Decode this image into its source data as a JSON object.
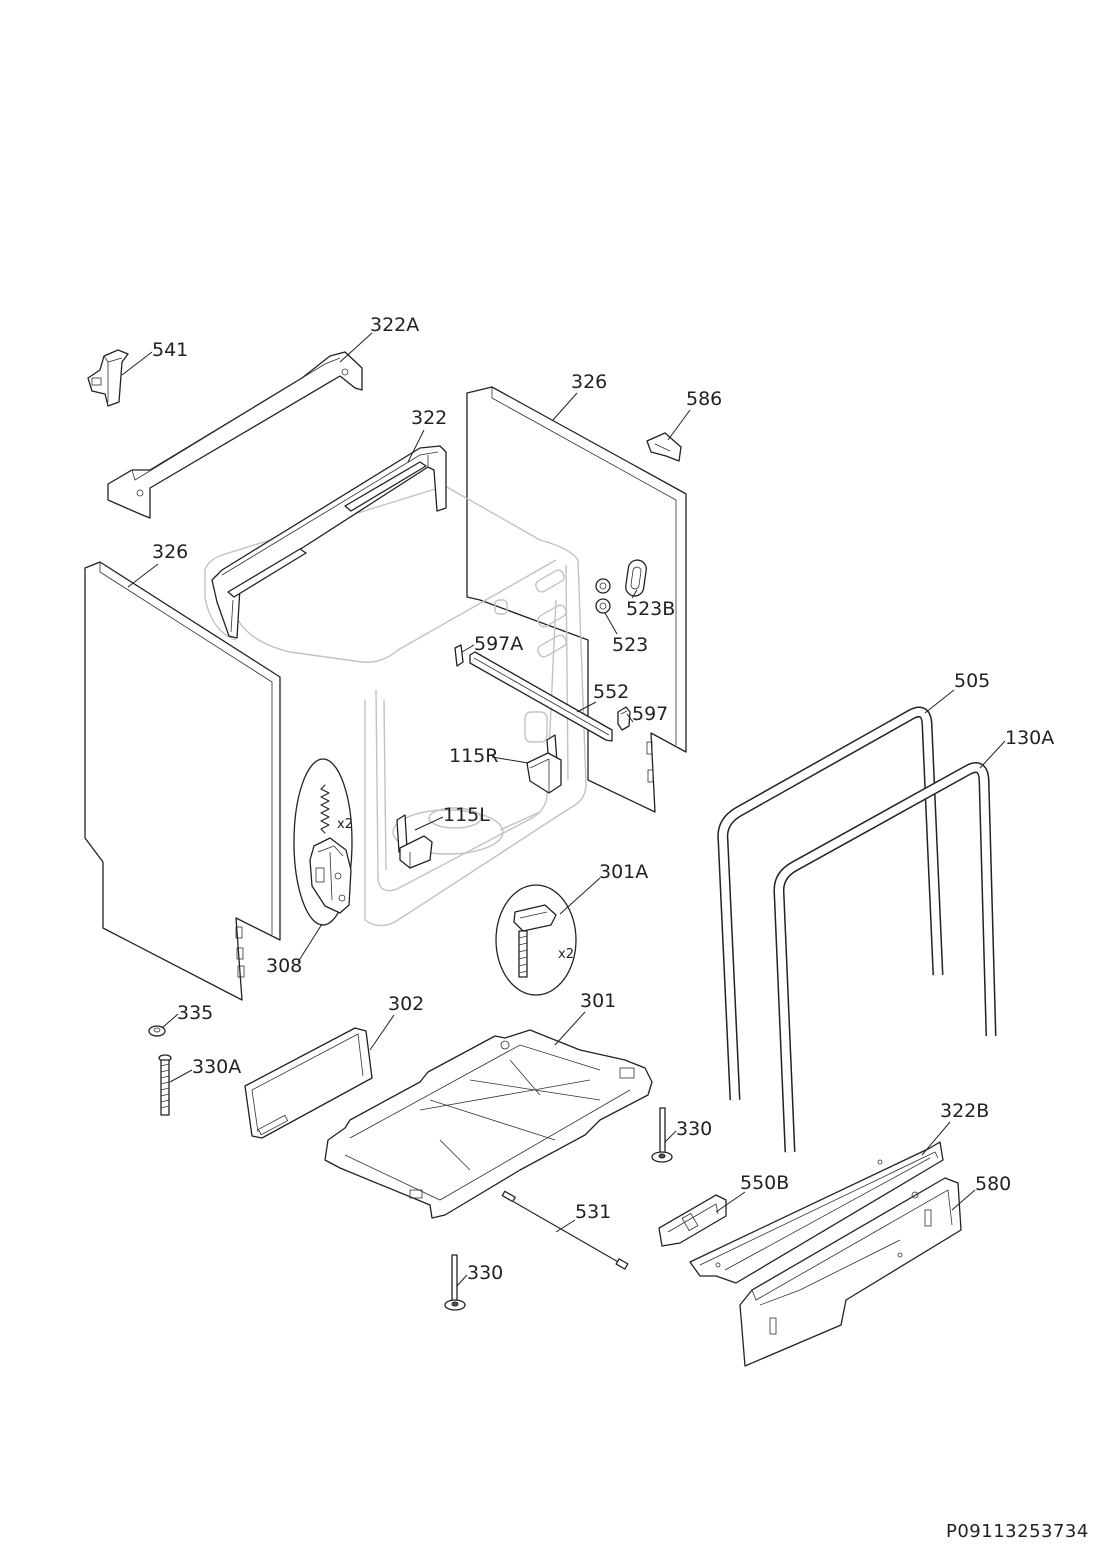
{
  "callouts": [
    "541",
    "322A",
    "326",
    "586",
    "322",
    "326",
    "523B",
    "523",
    "597A",
    "552",
    "597",
    "505",
    "130A",
    "115R",
    "115L",
    "301A",
    "308",
    "335",
    "302",
    "301",
    "330A",
    "330",
    "322B",
    "550B",
    "580",
    "531",
    "330"
  ],
  "quantity_marks": [
    "x2",
    "x2"
  ],
  "drawing_code": "P09113253734"
}
